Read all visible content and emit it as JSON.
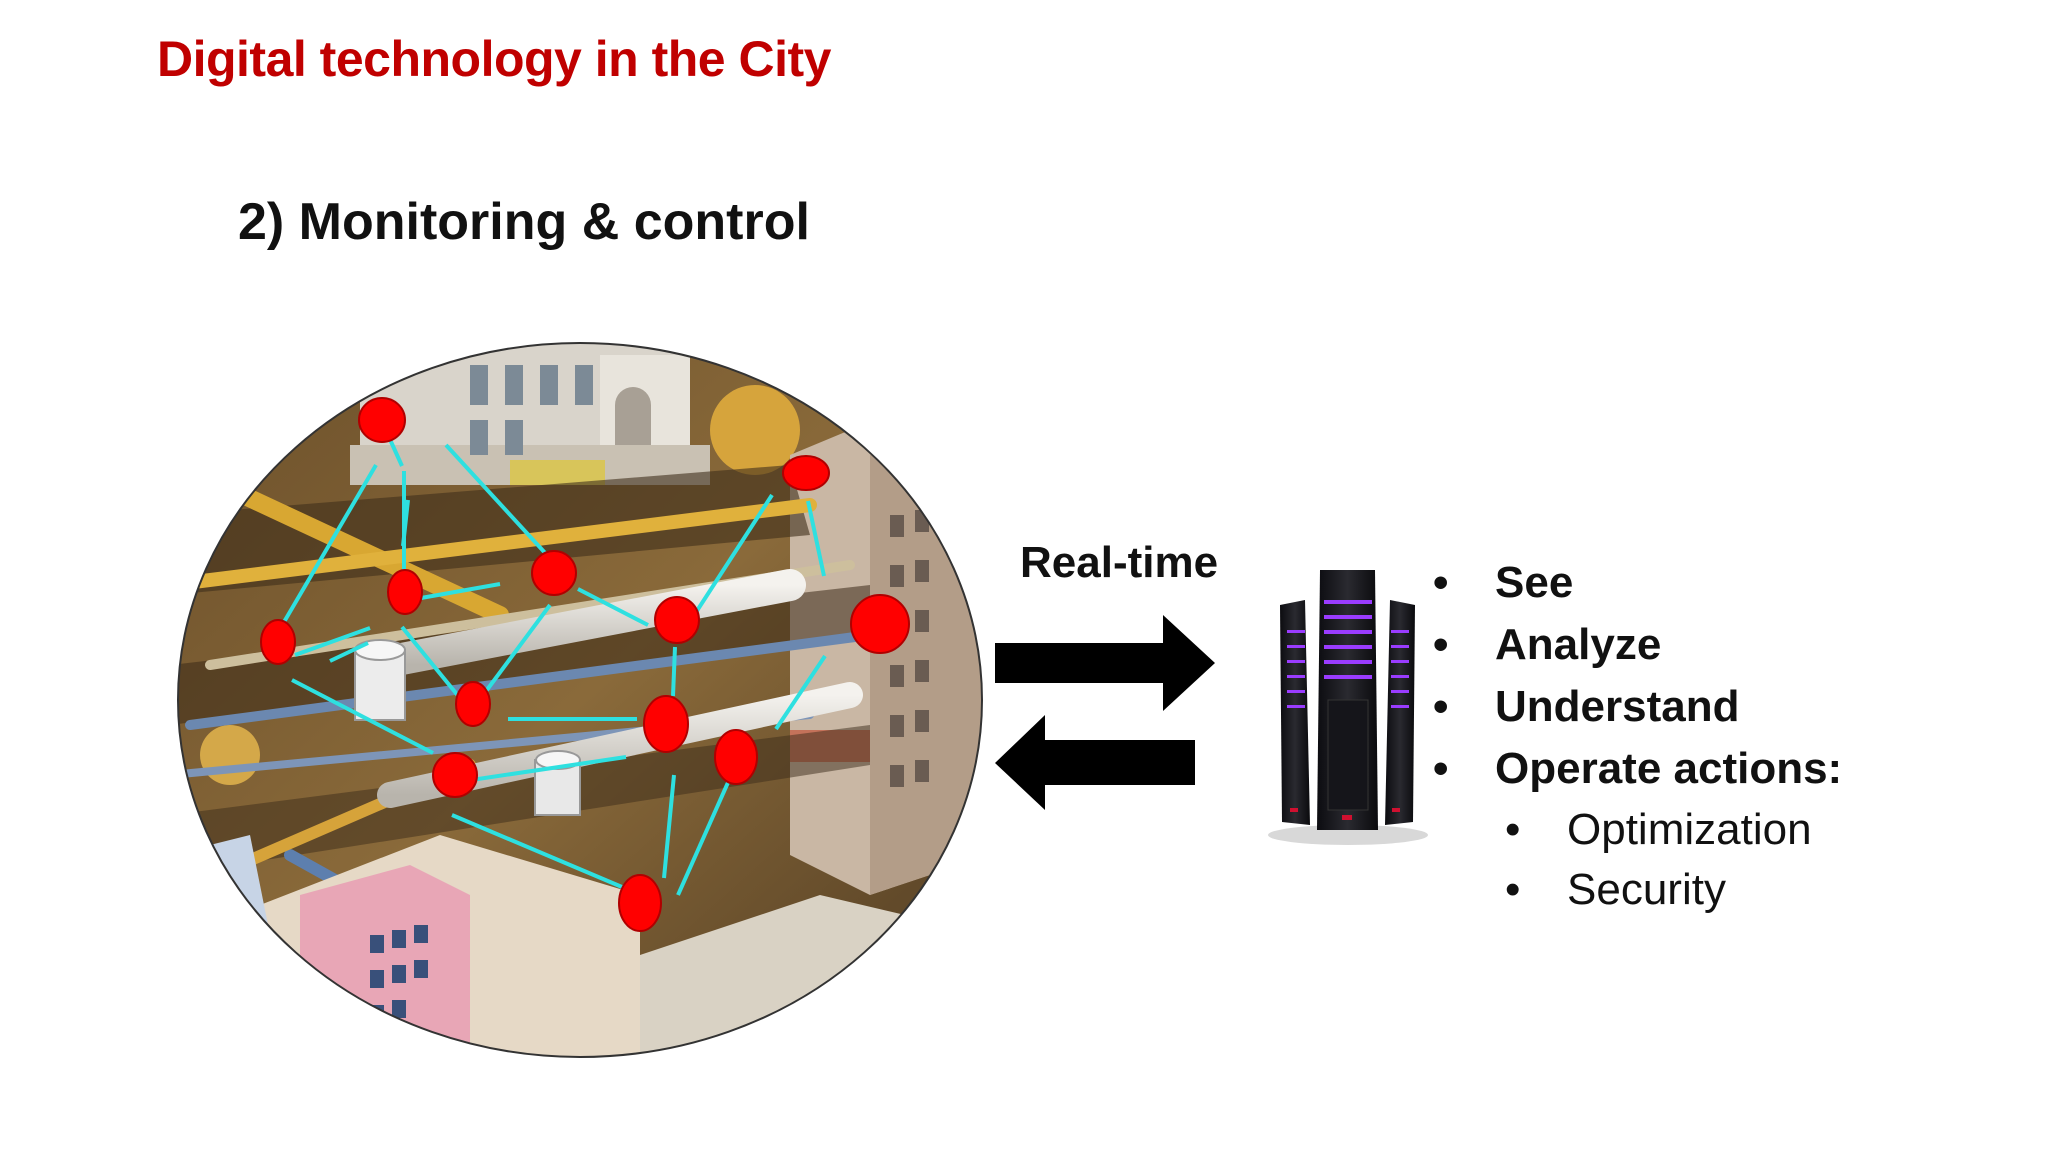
{
  "slide": {
    "title": "Digital technology in the City",
    "subtitle": "2) Monitoring & control"
  },
  "flow": {
    "label": "Real-time"
  },
  "capabilities": {
    "bullet": "•",
    "items": [
      "See",
      "Analyze",
      "Understand",
      "Operate actions:"
    ],
    "actions": [
      "Optimization",
      "Security"
    ]
  },
  "colors": {
    "title": "#c00000",
    "sensor_node": "#ff0000",
    "link": "#2ee0e0",
    "server_glow": "#9a3cff"
  },
  "icons": {
    "city": "city-illustration",
    "server": "server-tower-icon",
    "arrows": "bidirectional-arrows"
  }
}
